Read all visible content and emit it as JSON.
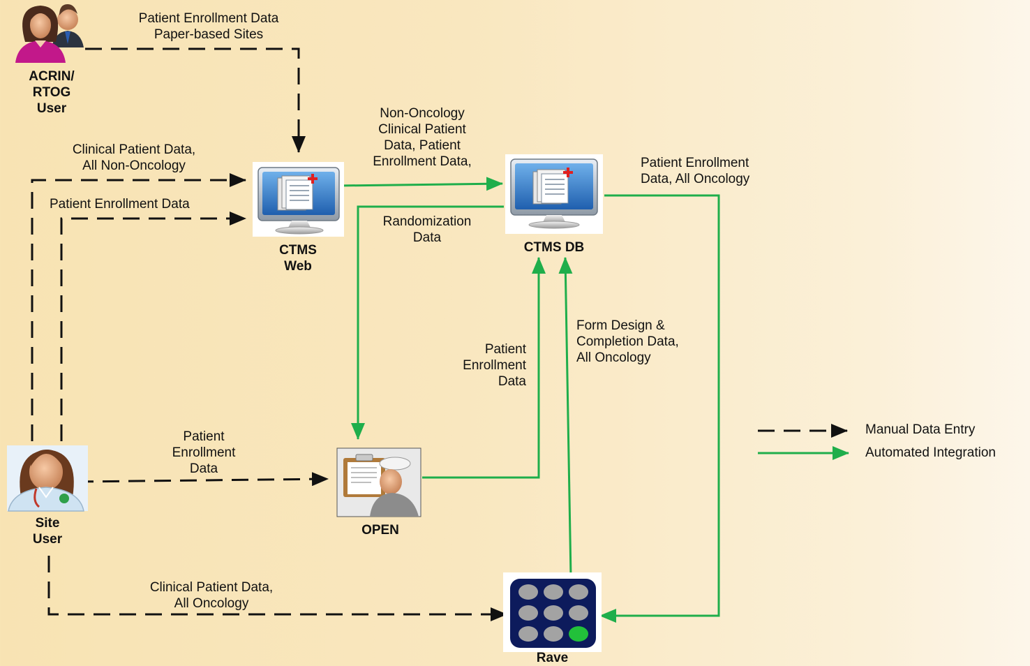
{
  "nodes": {
    "acrin_user": "ACRIN/\nRTOG\nUser",
    "site_user": "Site\nUser",
    "ctms_web": "CTMS\nWeb",
    "ctms_db": "CTMS DB",
    "open": "OPEN",
    "rave": "Rave"
  },
  "edges": {
    "acrin_to_web": "Patient Enrollment Data\nPaper-based Sites",
    "site_to_web_clinical": "Clinical Patient Data,\nAll Non-Oncology",
    "site_to_web_enrollment": "Patient Enrollment Data",
    "web_to_db": "Non-Oncology\nClinical Patient\nData, Patient\nEnrollment Data,",
    "db_to_open": "Randomization\nData",
    "db_to_rave": "Patient Enrollment\nData, All Oncology",
    "open_to_db": "Patient\nEnrollment\nData",
    "rave_to_db": "Form Design &\nCompletion Data,\nAll Oncology",
    "site_to_open": "Patient\nEnrollment\nData",
    "site_to_rave": "Clinical Patient Data,\nAll Oncology"
  },
  "legend": {
    "manual": "Manual Data Entry",
    "automated": "Automated Integration"
  },
  "colors": {
    "manual": "#111111",
    "automated": "#1fae4b",
    "background": "#f8e3b3"
  },
  "icons": {
    "acrin_user": "users-icon",
    "site_user": "doctor-icon",
    "ctms_web": "monitor-icon",
    "ctms_db": "monitor-icon",
    "open": "clipboard-person-icon",
    "rave": "keypad-icon"
  }
}
